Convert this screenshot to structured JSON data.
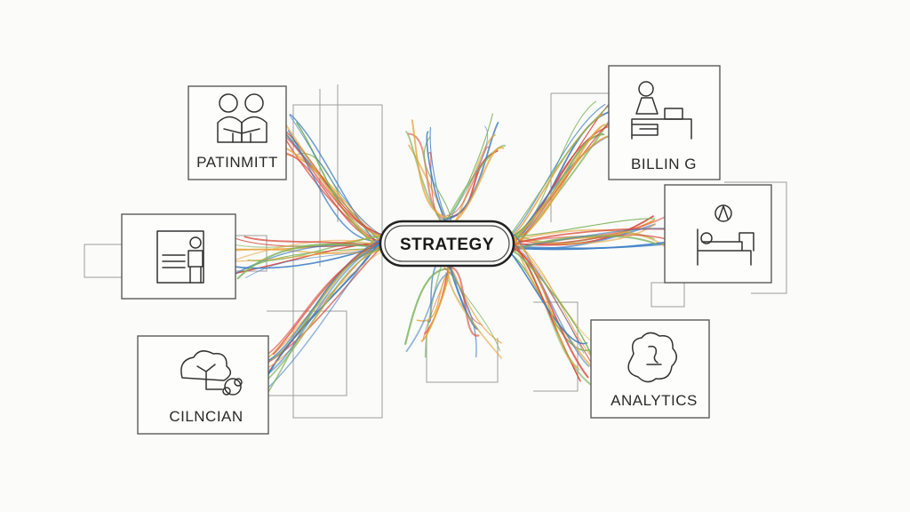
{
  "hub": {
    "label": "STRATEGY"
  },
  "nodes": {
    "patient": {
      "label": "PATINMITT"
    },
    "billing": {
      "label": "BILLIN G"
    },
    "clinician": {
      "label": "CILNCIAN"
    },
    "analytics": {
      "label": "ANALYTICS"
    },
    "staff": {
      "label": ""
    },
    "care": {
      "label": ""
    }
  },
  "icons": {
    "patient": "two-people-icon",
    "billing": "person-at-desk-icon",
    "staff": "person-at-board-icon",
    "care": "patient-bed-icon",
    "clinician": "cloud-network-icon",
    "analytics": "brain-icon"
  },
  "colors": {
    "branches": [
      "#d9483b",
      "#3f7fc6",
      "#7bb35a",
      "#e8a53a"
    ],
    "hub_outline": "#222222",
    "ink": "#333333"
  }
}
